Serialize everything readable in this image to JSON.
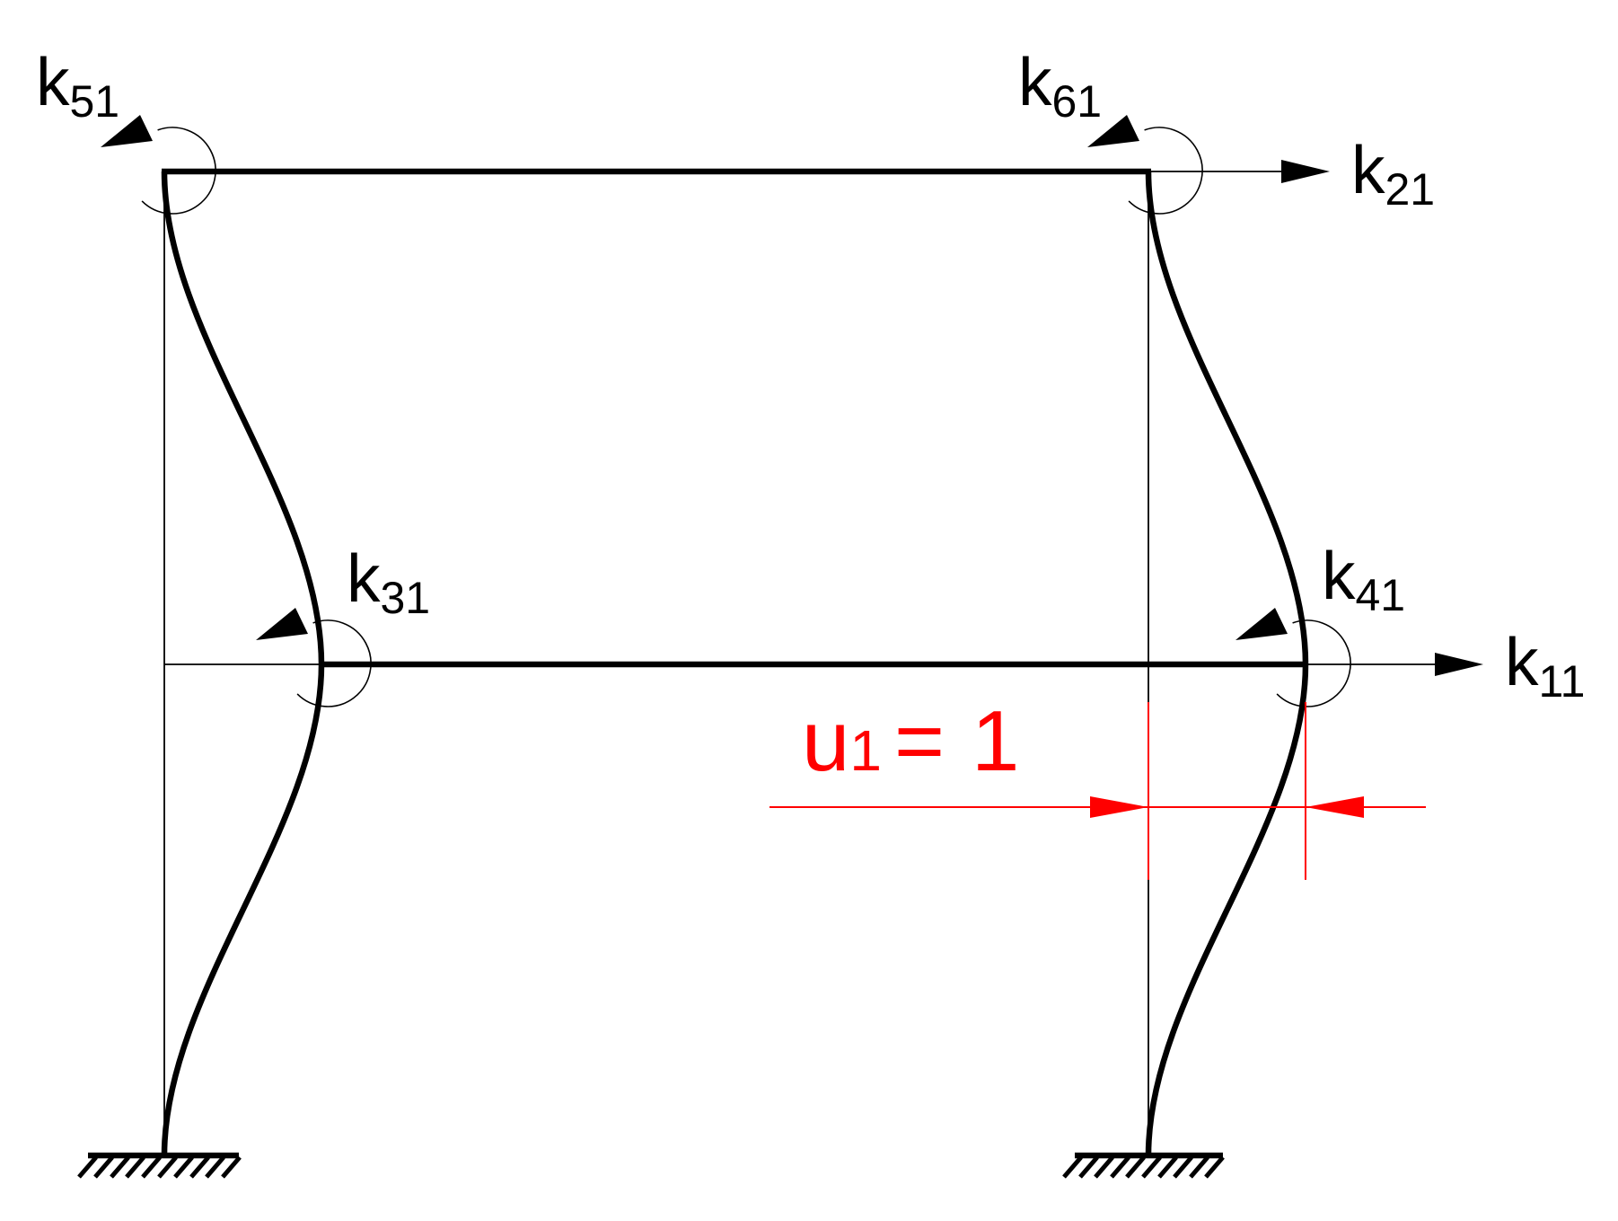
{
  "colors": {
    "ink": "#000000",
    "accent": "#FF0000",
    "background": "#FFFFFF"
  },
  "labels": {
    "k51": {
      "base": "k",
      "sub": "51"
    },
    "k61": {
      "base": "k",
      "sub": "61"
    },
    "k21": {
      "base": "k",
      "sub": "21"
    },
    "k31": {
      "base": "k",
      "sub": "31"
    },
    "k41": {
      "base": "k",
      "sub": "41"
    },
    "k11": {
      "base": "k",
      "sub": "11"
    },
    "dimension": {
      "variable": "u",
      "variable_sub": "1",
      "equals": "=",
      "value": "1"
    }
  }
}
